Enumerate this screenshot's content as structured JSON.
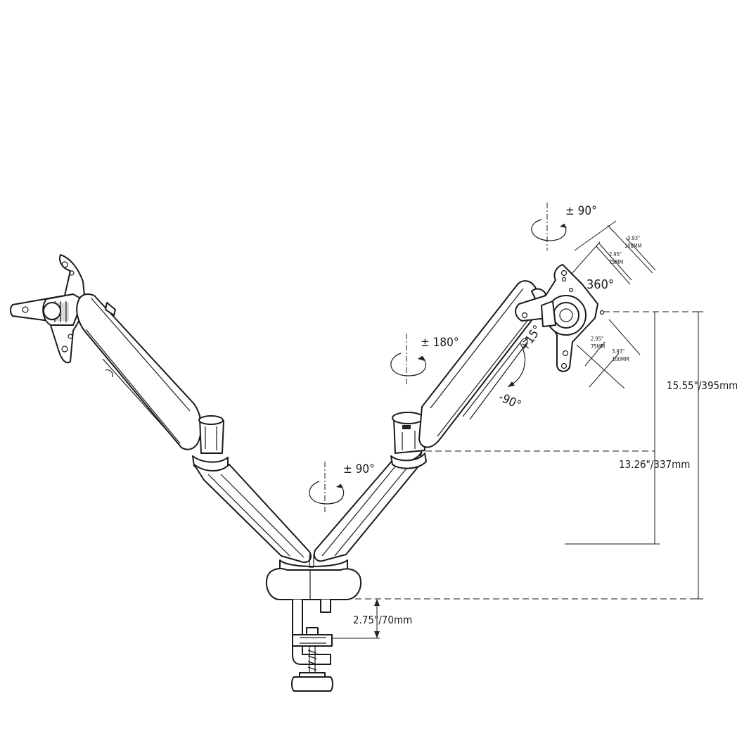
{
  "labels": {
    "top_tilt": "± 90°",
    "swivel_360": "360°",
    "arm_rotation": "± 180°",
    "tilt_up": "+15°",
    "tilt_down": "-90°",
    "base_rotation": "± 90°",
    "vesa_outer_top_in": "3.93\"",
    "vesa_outer_top_mm": "100MM",
    "vesa_inner_top_in": "2.95\"",
    "vesa_inner_top_mm": "75MM",
    "vesa_inner_bottom_in": "2.95\"",
    "vesa_inner_bottom_mm": "75MM",
    "vesa_outer_bottom_in": "3.93\"",
    "vesa_outer_bottom_mm": "100MM",
    "height_max": "15.55\"/395mm",
    "height_mid": "13.26\"/337mm",
    "clamp_thickness": "2.75\"/70mm"
  }
}
